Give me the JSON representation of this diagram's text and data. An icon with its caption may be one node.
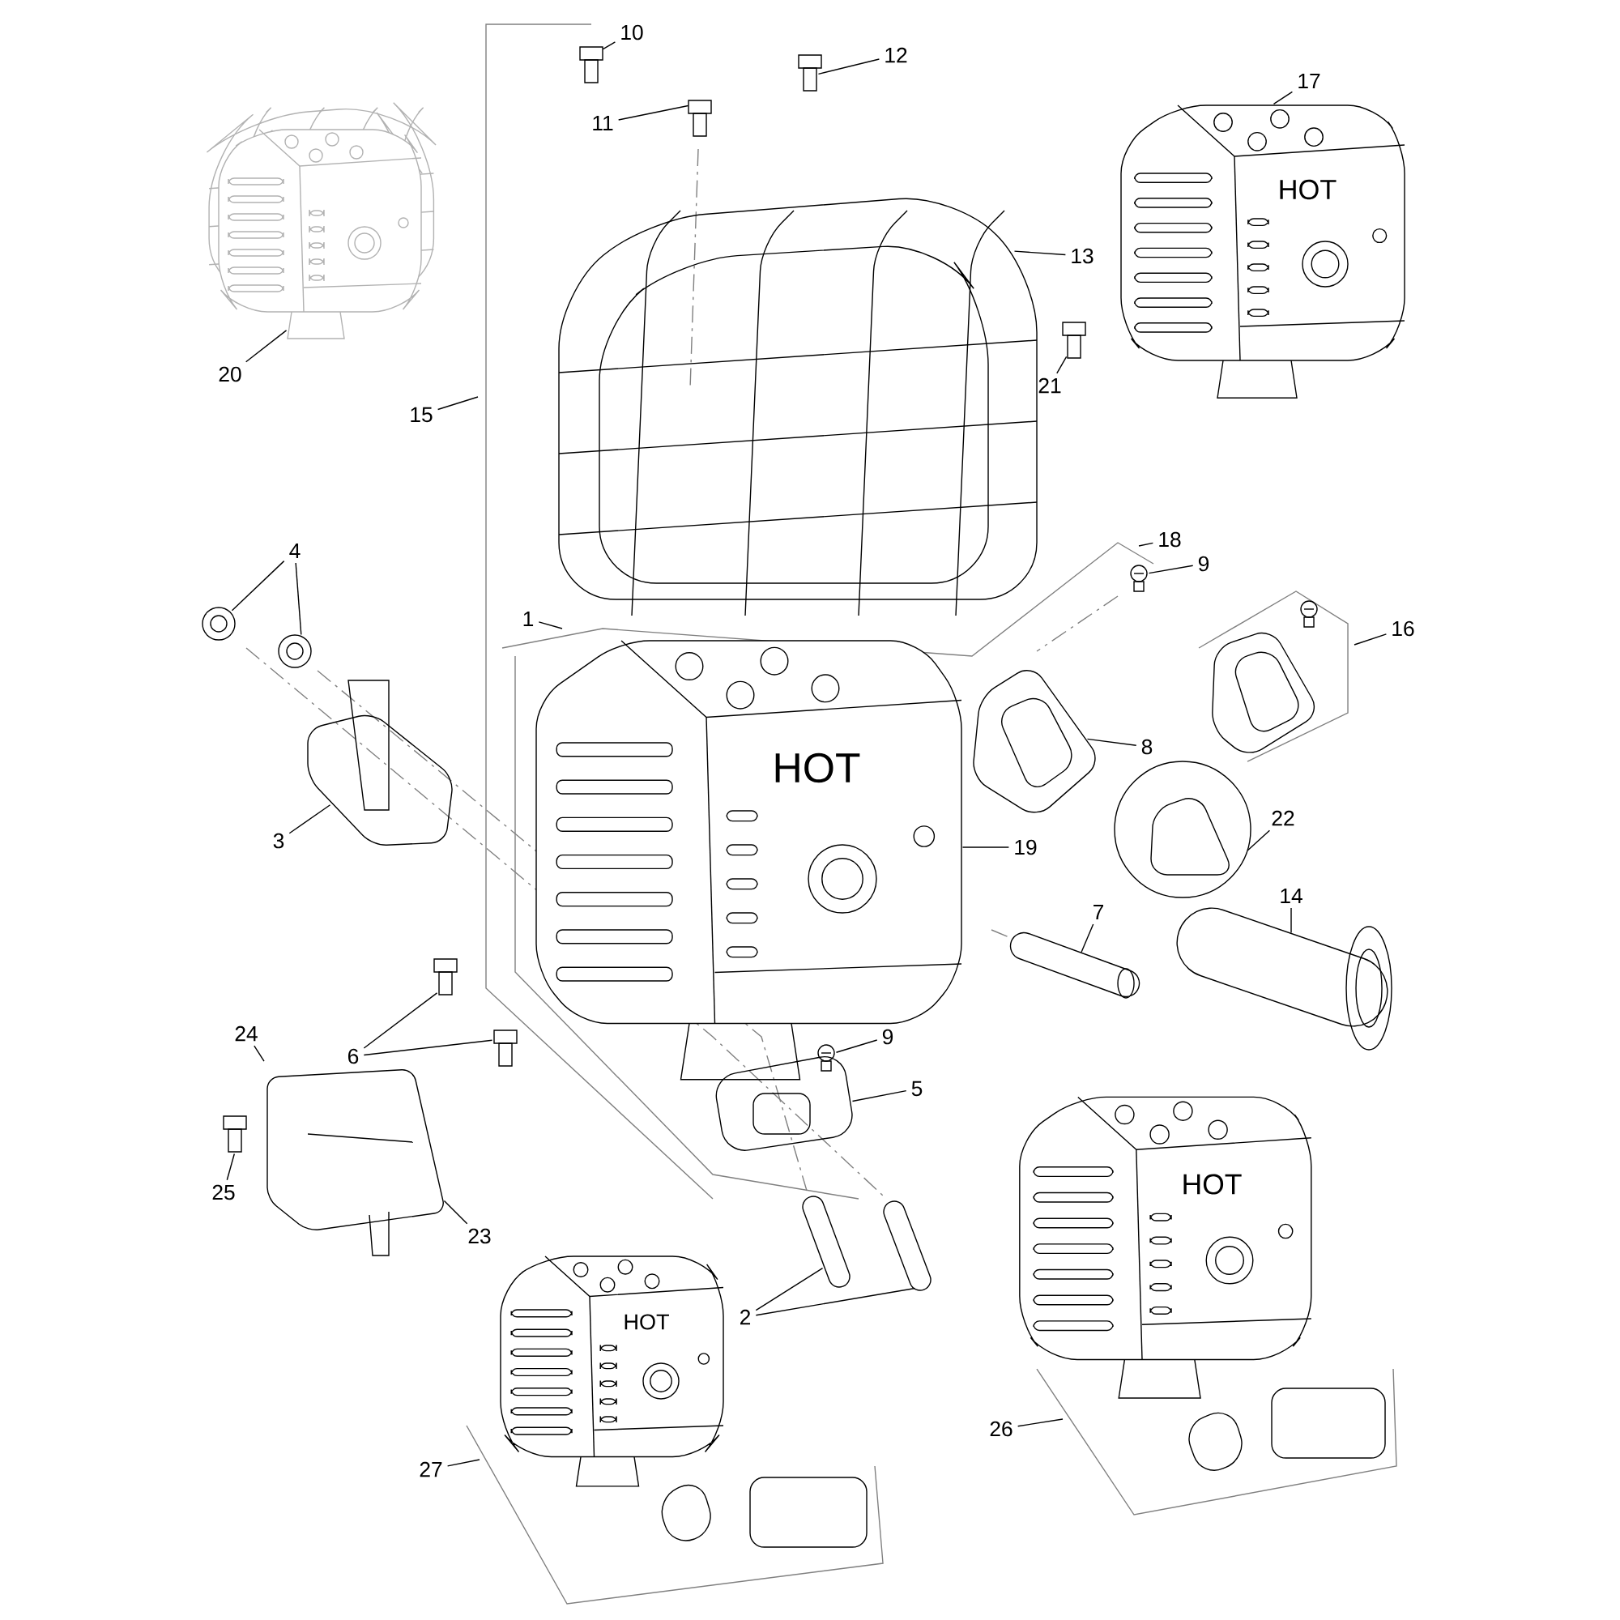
{
  "diagram": {
    "nodes": [
      {
        "text": [
          "10"
        ]
      },
      {
        "text": [
          "12"
        ]
      },
      {
        "text": [
          "11"
        ]
      },
      {
        "text": [
          "17"
        ]
      },
      {
        "text": [
          "13"
        ]
      },
      {
        "text": [
          "20"
        ]
      },
      {
        "text": [
          "15"
        ]
      },
      {
        "text": [
          "21"
        ]
      },
      {
        "text": [
          "18"
        ]
      },
      {
        "text": [
          "9"
        ]
      },
      {
        "text": [
          "4"
        ]
      },
      {
        "text": [
          "1"
        ]
      },
      {
        "text": [
          "16"
        ]
      },
      {
        "text": [
          "8"
        ]
      },
      {
        "text": [
          "3"
        ]
      },
      {
        "text": [
          "19"
        ]
      },
      {
        "text": [
          "22"
        ]
      },
      {
        "text": [
          "7"
        ]
      },
      {
        "text": [
          "14"
        ]
      },
      {
        "text": [
          "9"
        ]
      },
      {
        "text": [
          "24"
        ]
      },
      {
        "text": [
          "6"
        ]
      },
      {
        "text": [
          "5"
        ]
      },
      {
        "text": [
          "25"
        ]
      },
      {
        "text": [
          "23"
        ]
      },
      {
        "text": [
          "2"
        ]
      },
      {
        "text": [
          "27"
        ]
      },
      {
        "text": [
          "26"
        ]
      },
      {
        "text": [],
        "shape": "picture"
      },
      {
        "text": [],
        "shape": "picture"
      },
      {
        "text": [],
        "shape": "picture"
      },
      {
        "text": [],
        "shape": "picture"
      },
      {
        "text": [],
        "shape": "picture"
      },
      {
        "text": [],
        "shape": "picture"
      },
      {
        "text": [],
        "shape": "picture"
      },
      {
        "text": [],
        "shape": "picture"
      },
      {
        "text": [],
        "shape": "picture"
      },
      {
        "text": [],
        "shape": "picture"
      },
      {
        "text": [],
        "shape": "picture"
      },
      {
        "text": [],
        "shape": "picture"
      },
      {
        "text": [],
        "shape": "picture"
      },
      {
        "text": [],
        "shape": "picture"
      },
      {
        "text": [],
        "shape": "picture"
      },
      {
        "text": [],
        "shape": "picture"
      },
      {
        "text": [],
        "shape": "picture"
      },
      {
        "text": [],
        "shape": "picture"
      },
      {
        "text": [],
        "shape": "picture"
      },
      {
        "text": [],
        "shape": "picture"
      },
      {
        "text": [],
        "shape": "picture"
      },
      {
        "text": [],
        "shape": "picture"
      },
      {
        "text": [],
        "shape": "picture"
      },
      {
        "text": [],
        "shape": "picture"
      }
    ],
    "edges": [
      {
        "from": 0,
        "to": 28,
        "arrow": "none"
      },
      {
        "from": 1,
        "to": 29,
        "arrow": "none"
      },
      {
        "from": 2,
        "to": 30,
        "arrow": "none"
      },
      {
        "from": 3,
        "to": 31,
        "arrow": "none"
      },
      {
        "from": 4,
        "to": 32,
        "arrow": "none"
      },
      {
        "from": 5,
        "to": 33,
        "arrow": "none"
      },
      {
        "from": 6,
        "to": null,
        "arrow": "none"
      },
      {
        "from": 7,
        "to": 34,
        "arrow": "none"
      },
      {
        "from": 8,
        "to": null,
        "arrow": "none"
      },
      {
        "from": 9,
        "to": 35,
        "arrow": "none"
      },
      {
        "from": 10,
        "to": 36,
        "arrow": "none"
      },
      {
        "from": 10,
        "to": 37,
        "arrow": "none"
      },
      {
        "from": 11,
        "to": null,
        "arrow": "none"
      },
      {
        "from": 12,
        "to": null,
        "arrow": "none"
      },
      {
        "from": 13,
        "to": 38,
        "arrow": "none"
      },
      {
        "from": 14,
        "to": 39,
        "arrow": "none"
      },
      {
        "from": 15,
        "to": 40,
        "arrow": "none"
      },
      {
        "from": 16,
        "to": 41,
        "arrow": "none"
      },
      {
        "from": 17,
        "to": 42,
        "arrow": "none"
      },
      {
        "from": 18,
        "to": 43,
        "arrow": "none"
      },
      {
        "from": 19,
        "to": 44,
        "arrow": "none"
      },
      {
        "from": 20,
        "to": null,
        "arrow": "none"
      },
      {
        "from": 21,
        "to": 46,
        "arrow": "none"
      },
      {
        "from": 21,
        "to": 47,
        "arrow": "none"
      },
      {
        "from": 22,
        "to": 48,
        "arrow": "none"
      },
      {
        "from": 23,
        "to": 49,
        "arrow": "none"
      },
      {
        "from": 24,
        "to": 45,
        "arrow": "none"
      },
      {
        "from": 25,
        "to": 50,
        "arrow": "none"
      },
      {
        "from": 25,
        "to": 51,
        "arrow": "none"
      },
      {
        "from": 26,
        "to": null,
        "arrow": "none"
      },
      {
        "from": 27,
        "to": null,
        "arrow": "none"
      }
    ],
    "labels": [
      "HOT",
      "HOT",
      "HOT",
      "HOT"
    ]
  }
}
